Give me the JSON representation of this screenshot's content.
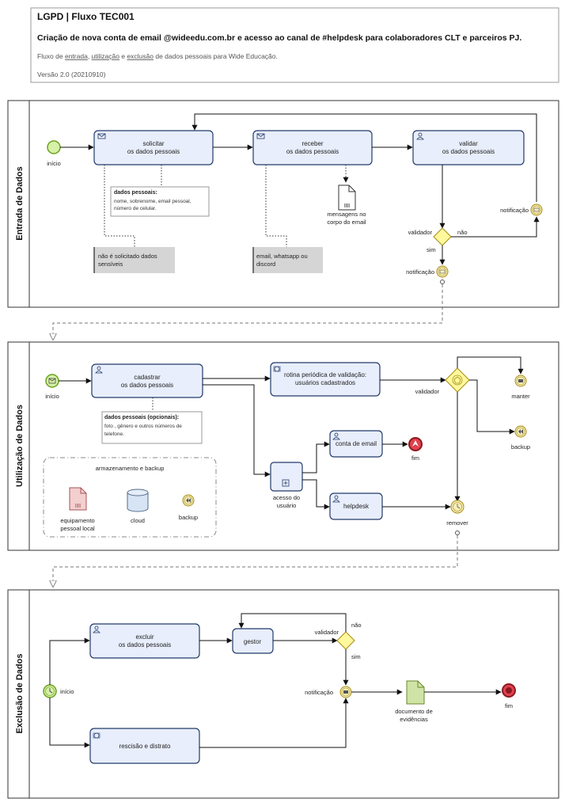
{
  "header": {
    "title": "LGPD | Fluxo TEC001",
    "subtitle": "Criação de nova conta de email @wideedu.com.br e acesso ao canal de #helpdesk para colaboradores CLT e parceiros PJ.",
    "desc_prefix": "Fluxo de ",
    "desc_link1": "entrada",
    "desc_sep1": ", ",
    "desc_link2": "utilização",
    "desc_sep2": " e ",
    "desc_link3": "exclusão",
    "desc_suffix": " de dados pessoais para Wide Educação.",
    "version": "Versão 2.0 (20210910)"
  },
  "lanes": {
    "entrada": {
      "title": "Entrada de Dados",
      "start_label": "início",
      "task_solicitar": [
        "solicitar",
        "os dados pessoais"
      ],
      "task_receber": [
        "receber",
        "os dados pessoais"
      ],
      "task_validar": [
        "validar",
        "os dados pessoais"
      ],
      "note_title": "dados pessoais:",
      "note_lines": [
        "nome, sobrenome, email pessoal,",
        "número de celular."
      ],
      "doc_label": [
        "mensagens no",
        "corpo do email"
      ],
      "box1": [
        "não é solicitado dados",
        "sensíveis"
      ],
      "box2": [
        "email, whatsapp ou",
        "discord"
      ],
      "validador": "validador",
      "nao": "não",
      "sim": "sim",
      "notif_right": "notificação",
      "notif_bottom": "notificação"
    },
    "utilizacao": {
      "title": "Utilização de Dados",
      "start_label": "início",
      "task_cadastrar": [
        "cadastrar",
        "os dados pessoais"
      ],
      "task_rotina": [
        "rotina periódica de validação:",
        "usuários cadastrados"
      ],
      "note_title": "dados pessoais (opcionais):",
      "note_lines": [
        "foto , gênero e outros números de",
        "telefone."
      ],
      "validador": "validador",
      "manter": "manter",
      "backup": "backup",
      "group_title": "armazenamento e backup",
      "equip": [
        "equipamento",
        "pessoal local"
      ],
      "cloud": "cloud",
      "backup_grp": "backup",
      "acesso": [
        "acesso do",
        "usuário"
      ],
      "conta": "conta de email",
      "helpdesk": "helpdesk",
      "fim": "fim",
      "remover": "remover"
    },
    "exclusao": {
      "title": "Exclusão de Dados",
      "start_label": "início",
      "task_excluir": [
        "excluir",
        "os dados pessoais"
      ],
      "task_gestor": "gestor",
      "task_rescisao": "rescisão e distrato",
      "validador": "validador",
      "nao": "não",
      "sim": "sim",
      "notificacao": "notificação",
      "doc": [
        "documento de",
        "evidências"
      ],
      "fim": "fim"
    }
  },
  "colors": {
    "task_fill": "#e8eefb",
    "task_stroke": "#233a6a",
    "start_fill": "#d6f0a8",
    "start_stroke": "#6aa21c",
    "end_fill": "#e2414e",
    "gateway_fill": "#fff89c",
    "intermediate_fill": "#f7eeb8"
  }
}
